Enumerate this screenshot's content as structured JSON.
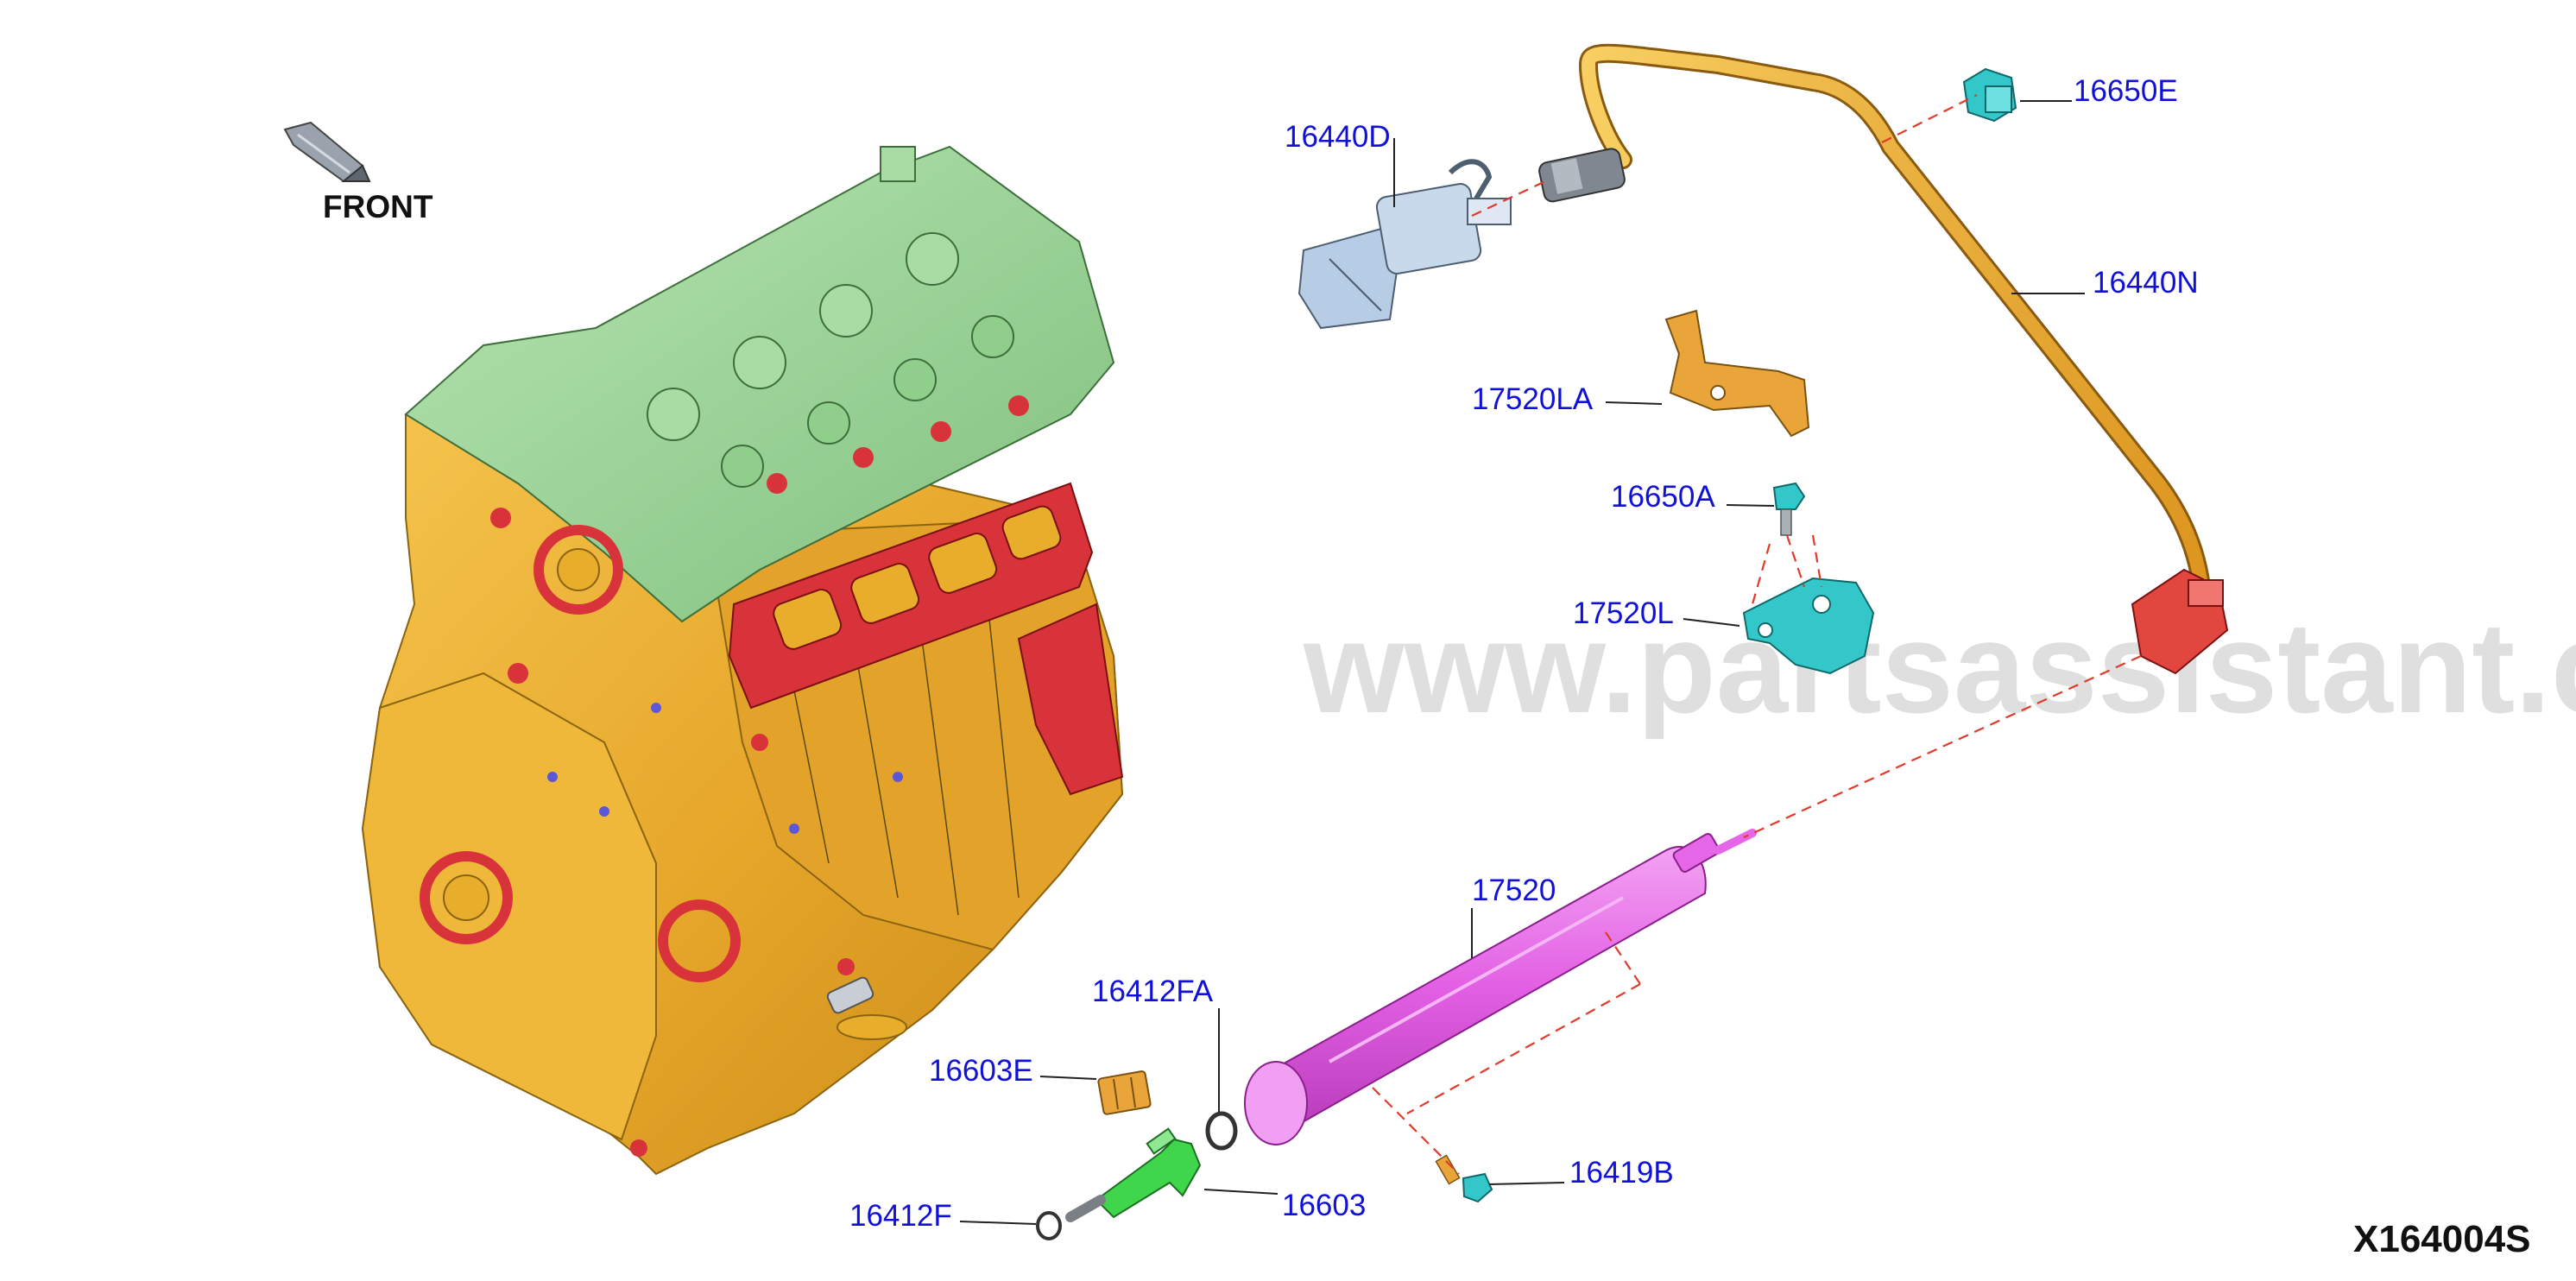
{
  "front_label": "FRONT",
  "diagram_id": "X164004S",
  "watermark": "www.partsassistant.com",
  "colors": {
    "engine_block": "#e9ad2c",
    "cylinder_head": "#9cd69a",
    "gasket_red": "#d8323a",
    "hose": "#f2b233",
    "canister": "#e566e6",
    "solenoid": "#b7cde6",
    "sensor_cyan": "#33c7c9",
    "injector": "#3fd64b",
    "bracket_brown": "#e9a53a",
    "label_blue": "#1010d8"
  },
  "parts": [
    {
      "id": "16440D",
      "label": "16440D"
    },
    {
      "id": "16650E",
      "label": "16650E"
    },
    {
      "id": "16440N",
      "label": "16440N"
    },
    {
      "id": "17520LA",
      "label": "17520LA"
    },
    {
      "id": "16650A",
      "label": "16650A"
    },
    {
      "id": "17520L",
      "label": "17520L"
    },
    {
      "id": "17520",
      "label": "17520"
    },
    {
      "id": "16412FA",
      "label": "16412FA"
    },
    {
      "id": "16603E",
      "label": "16603E"
    },
    {
      "id": "16412F",
      "label": "16412F"
    },
    {
      "id": "16603",
      "label": "16603"
    },
    {
      "id": "16419B",
      "label": "16419B"
    }
  ]
}
